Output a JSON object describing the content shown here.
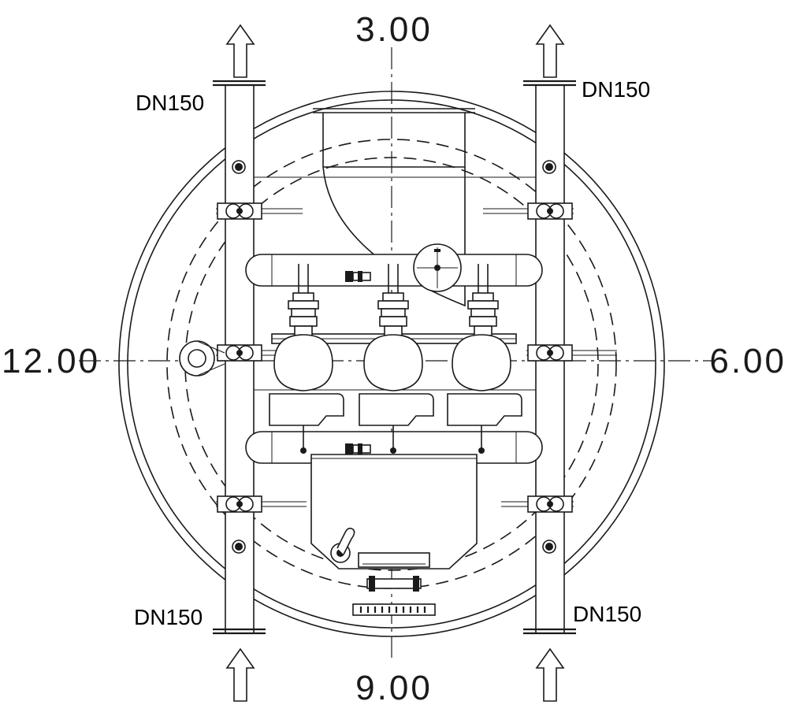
{
  "orientation": {
    "top": "3.00",
    "right": "6.00",
    "bottom": "9.00",
    "left": "12.00"
  },
  "pipes": {
    "outlet_left": "DN150",
    "outlet_right": "DN150",
    "inlet_left": "DN150",
    "inlet_right": "DN150"
  }
}
